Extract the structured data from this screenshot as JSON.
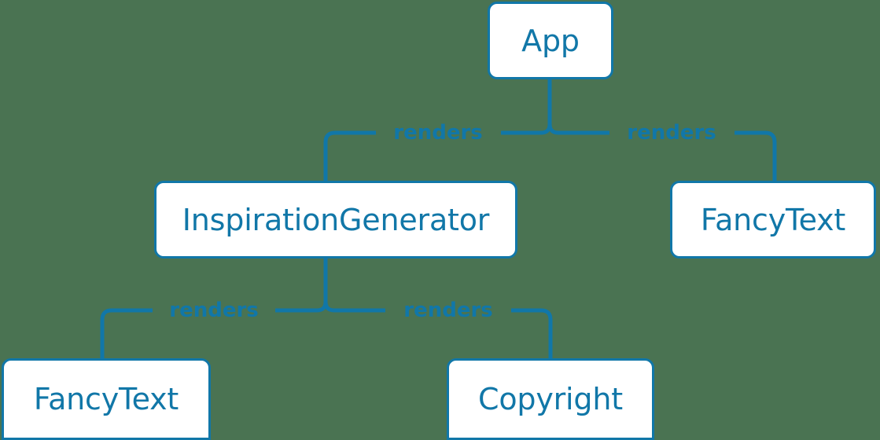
{
  "diagram": {
    "type": "component-tree",
    "background_color": "#4a7352",
    "accent_color": "#1177a8",
    "node_fill_color": "#ffffff",
    "nodes": [
      {
        "id": "app",
        "label": "App"
      },
      {
        "id": "inspiration",
        "label": "InspirationGenerator"
      },
      {
        "id": "fancytext_r",
        "label": "FancyText"
      },
      {
        "id": "fancytext_b",
        "label": "FancyText"
      },
      {
        "id": "copyright",
        "label": "Copyright"
      }
    ],
    "edges": [
      {
        "from": "app",
        "to": "inspiration",
        "label": "renders"
      },
      {
        "from": "app",
        "to": "fancytext_r",
        "label": "renders"
      },
      {
        "from": "inspiration",
        "to": "fancytext_b",
        "label": "renders"
      },
      {
        "from": "inspiration",
        "to": "copyright",
        "label": "renders"
      }
    ]
  }
}
